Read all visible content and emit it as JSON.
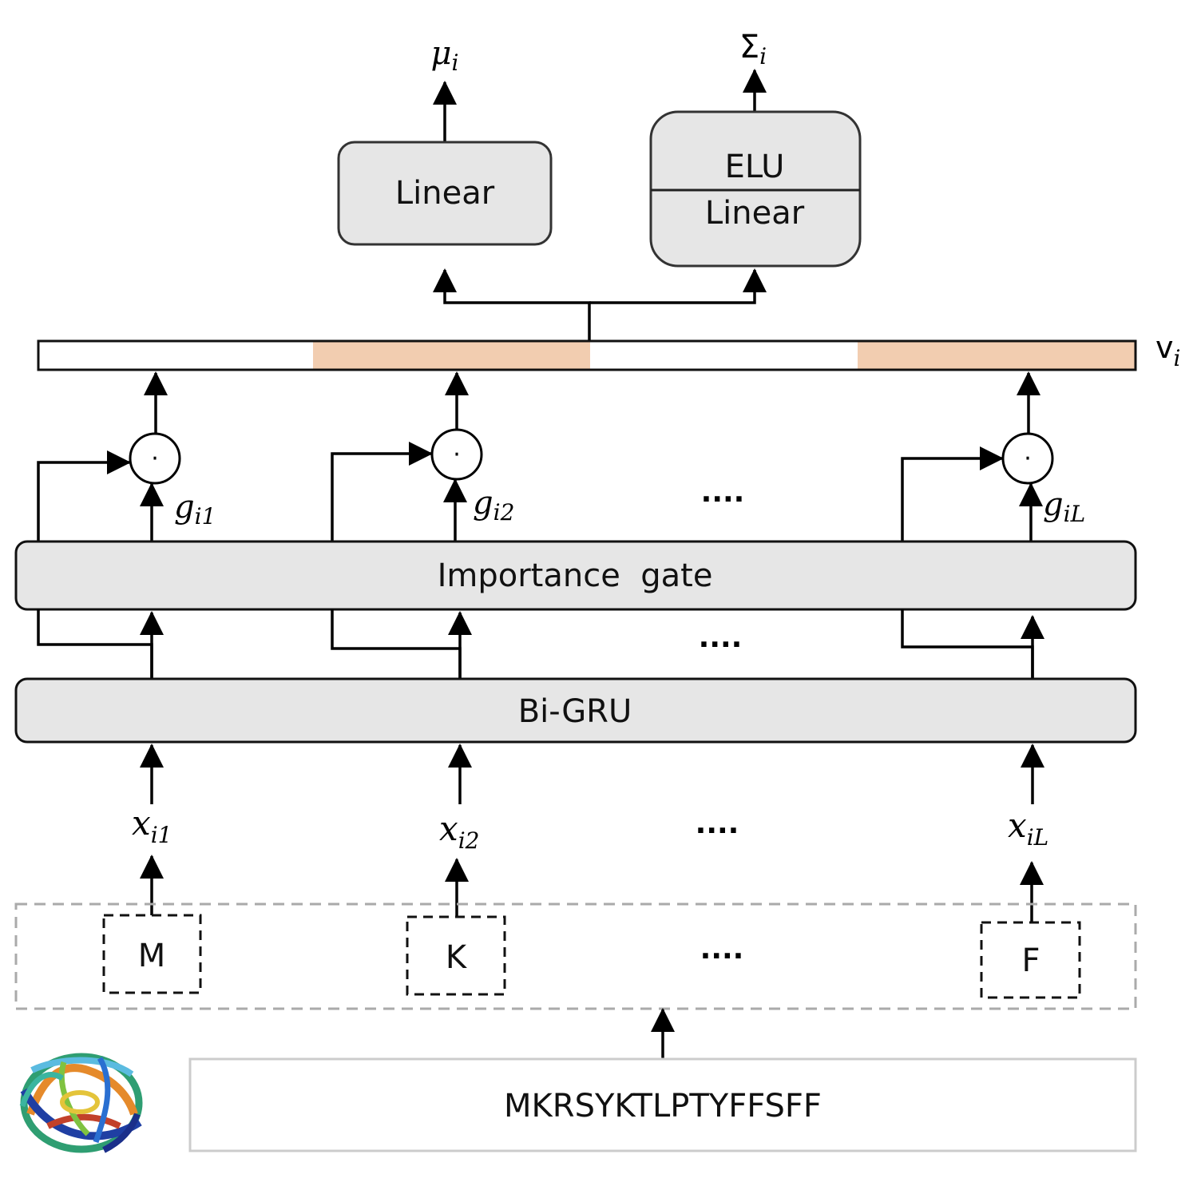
{
  "outputs": {
    "mu": {
      "symbol": "μ",
      "sub": "i"
    },
    "sigma": {
      "symbol": "Σ",
      "sub": "i"
    }
  },
  "boxes": {
    "linear_mu": "Linear",
    "elu": "ELU",
    "linear_sigma": "Linear",
    "importance_gate": "Importance  gate",
    "bigru": "Bi-GRU"
  },
  "vector": {
    "label": "v",
    "sub": "i",
    "colors": {
      "empty": "#ffffff",
      "highlight": "#f2cdb0",
      "border": "#111111"
    }
  },
  "gates": [
    {
      "sym": "g",
      "sub": "i1"
    },
    {
      "sym": "g",
      "sub": "i2"
    },
    {
      "sym": "g",
      "sub": "iL"
    }
  ],
  "inputs": [
    {
      "sym": "x",
      "sub": "i1"
    },
    {
      "sym": "x",
      "sub": "i2"
    },
    {
      "sym": "x",
      "sub": "iL"
    }
  ],
  "tokens": [
    "M",
    "K",
    "F"
  ],
  "ellipsis": "....",
  "odot": "·",
  "sequence": "MKRSYKTLPTYFFSFF",
  "colors": {
    "box_fill": "#e6e6e6",
    "box_stroke": "#333333",
    "dashed_outer": "#aaaaaa",
    "sequence_border": "#cccccc"
  },
  "icons": [
    "protein-structure-icon"
  ]
}
